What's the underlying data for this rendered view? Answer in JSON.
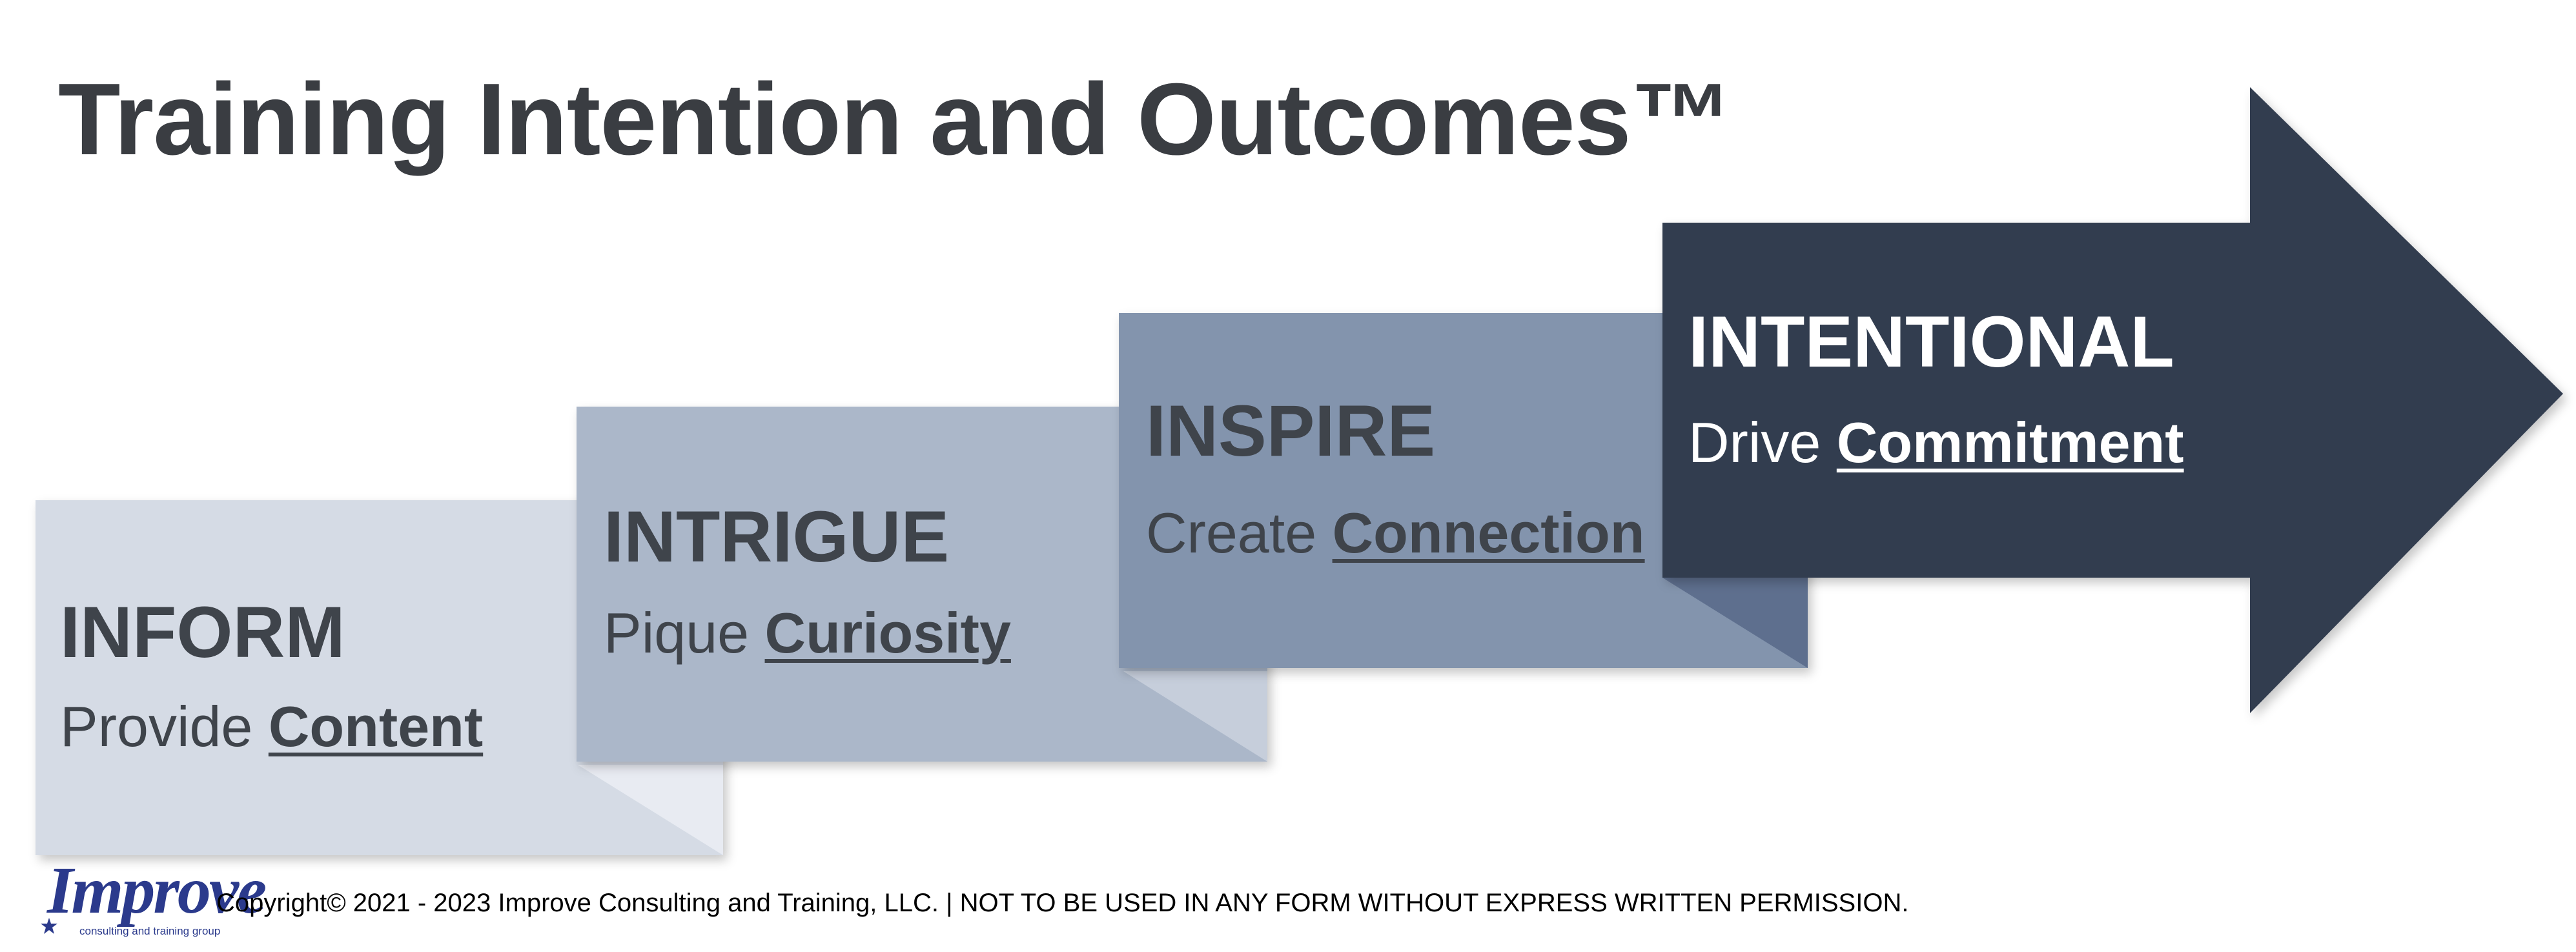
{
  "title": "Training Intention and Outcomes™",
  "steps": [
    {
      "heading": "INFORM",
      "verb": "Provide",
      "keyword": "Content",
      "color": "#d5dbe5"
    },
    {
      "heading": "INTRIGUE",
      "verb": "Pique",
      "keyword": "Curiosity",
      "color": "#abb7c9"
    },
    {
      "heading": "INSPIRE",
      "verb": "Create",
      "keyword": "Connection",
      "color": "#8394ad"
    },
    {
      "heading": "INTENTIONAL",
      "verb": "Drive",
      "keyword": "Commitment",
      "color": "#323c4f"
    }
  ],
  "footer": {
    "logo_text": "Improve",
    "logo_subtext": "consulting and training group",
    "copyright": "Copyright© 2021 - 2023 Improve Consulting and Training, LLC. | NOT TO BE USED IN ANY FORM WITHOUT EXPRESS WRITTEN PERMISSION."
  }
}
